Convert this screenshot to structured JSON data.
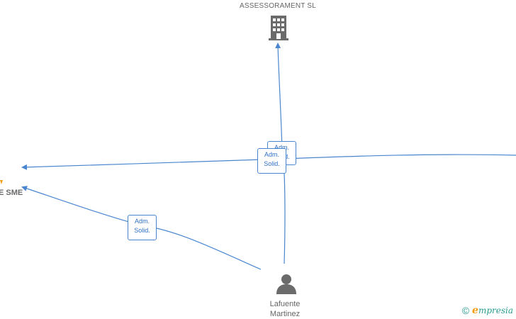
{
  "nodes": {
    "company_top": {
      "label": "ASSESSORAMENT SL",
      "icon": "building-icon"
    },
    "company_left": {
      "label": "E SME",
      "icon": "building-icon"
    },
    "person": {
      "label_line1": "Lafuente",
      "label_line2": "Martinez",
      "icon": "person-icon"
    }
  },
  "edges": {
    "edge_top_back": {
      "line1": "Adm.",
      "line2": "Solid."
    },
    "edge_top_front": {
      "line1": "Adm.",
      "line2": "Solid."
    },
    "edge_left": {
      "line1": "Adm.",
      "line2": "Solid."
    }
  },
  "colors": {
    "edge": "#4a86cf",
    "node_icon": "#6b6b6b",
    "accent_orange": "#f39c12"
  },
  "watermark": {
    "symbol": "©",
    "brand_initial": "e",
    "brand_rest": "mpresia"
  }
}
